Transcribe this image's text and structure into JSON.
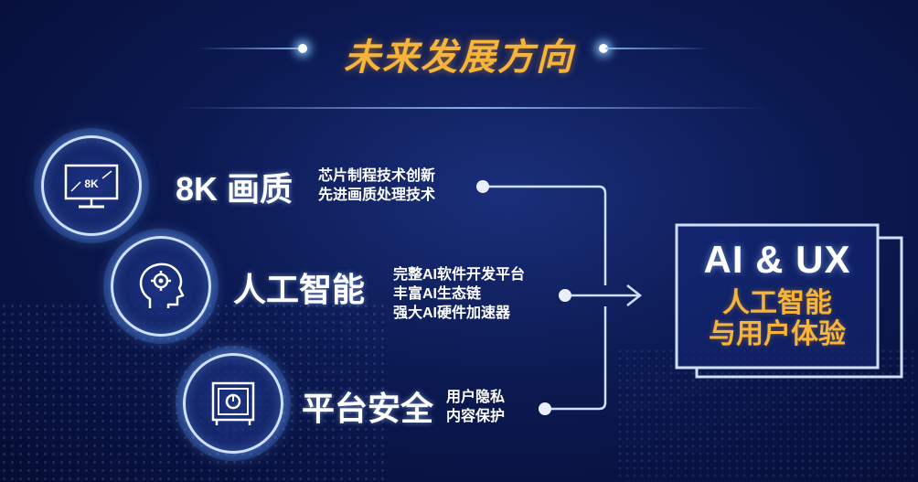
{
  "title": "未来发展方向",
  "items": [
    {
      "heading": "8K 画质",
      "icon": "8k-monitor-icon",
      "icon_text": "8K",
      "lines": [
        "芯片制程技术创新",
        "先进画质处理技术"
      ]
    },
    {
      "heading": "人工智能",
      "icon": "ai-head-gear-icon",
      "lines": [
        "完整AI软件开发平台",
        "丰富AI生态链",
        "强大AI硬件加速器"
      ]
    },
    {
      "heading": "平台安全",
      "icon": "safe-lock-icon",
      "lines": [
        "用户隐私",
        "内容保护"
      ]
    }
  ],
  "target": {
    "title": "AI & UX",
    "sub1": "人工智能",
    "sub2": "与用户体验"
  },
  "colors": {
    "accent": "#f6b53a",
    "background": "#0c1a52",
    "line": "#cfe0ff"
  }
}
